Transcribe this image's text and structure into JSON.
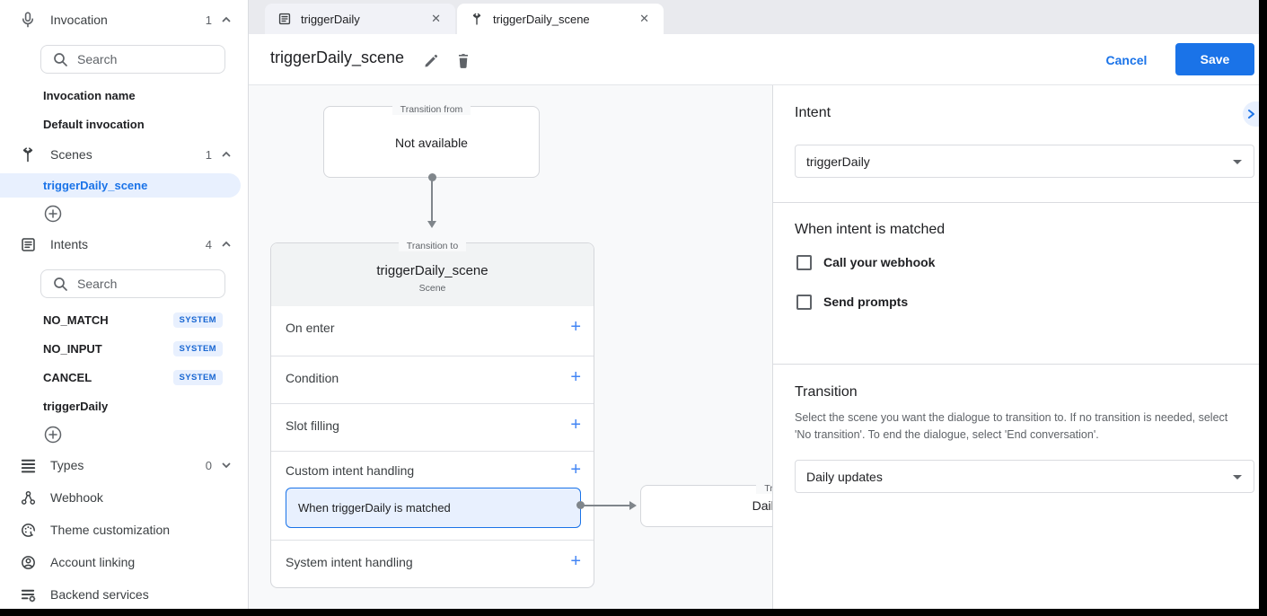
{
  "icons": {
    "close_glyph": "✕",
    "add_glyph": "+"
  },
  "colors": {
    "accent": "#1a73e8",
    "accent_light_bg": "#e8f0fe",
    "badge_text": "#1967d2",
    "canvas_bg": "#f8f9fa"
  },
  "sidebar": {
    "invocation": {
      "label": "Invocation",
      "count": "1",
      "search_placeholder": "Search",
      "items": [
        {
          "label": "Invocation name"
        },
        {
          "label": "Default invocation"
        }
      ]
    },
    "scenes": {
      "label": "Scenes",
      "count": "1",
      "selected": "triggerDaily_scene"
    },
    "intents": {
      "label": "Intents",
      "count": "4",
      "search_placeholder": "Search",
      "items": [
        {
          "label": "NO_MATCH",
          "badge": "SYSTEM"
        },
        {
          "label": "NO_INPUT",
          "badge": "SYSTEM"
        },
        {
          "label": "CANCEL",
          "badge": "SYSTEM"
        },
        {
          "label": "triggerDaily",
          "badge": ""
        }
      ]
    },
    "types": {
      "label": "Types",
      "count": "0"
    },
    "webhook_label": "Webhook",
    "theme_label": "Theme customization",
    "account_label": "Account linking",
    "backend_label": "Backend services"
  },
  "tabs": [
    {
      "label": "triggerDaily"
    },
    {
      "label": "triggerDaily_scene"
    }
  ],
  "header": {
    "title": "triggerDaily_scene",
    "cancel_label": "Cancel",
    "save_label": "Save"
  },
  "canvas": {
    "from_node": {
      "legend": "Transition from",
      "text": "Not available"
    },
    "scene_node": {
      "legend": "Transition to",
      "title": "triggerDaily_scene",
      "subtitle": "Scene",
      "rows": [
        {
          "label": "On enter"
        },
        {
          "label": "Condition"
        },
        {
          "label": "Slot filling"
        },
        {
          "label": "Custom intent handling"
        },
        {
          "label": "System intent handling"
        }
      ],
      "handler": "When triggerDaily is matched"
    },
    "target_node": {
      "legend": "Transition to",
      "text": "Daily updates"
    }
  },
  "panel": {
    "intent_heading": "Intent",
    "intent_value": "triggerDaily",
    "matched_heading": "When intent is matched",
    "checkbox_webhook": "Call your webhook",
    "checkbox_prompts": "Send prompts",
    "transition_heading": "Transition",
    "transition_description": "Select the scene you want the dialogue to transition to. If no transition is needed, select 'No transition'. To end the dialogue, select 'End conversation'.",
    "transition_value": "Daily updates"
  }
}
